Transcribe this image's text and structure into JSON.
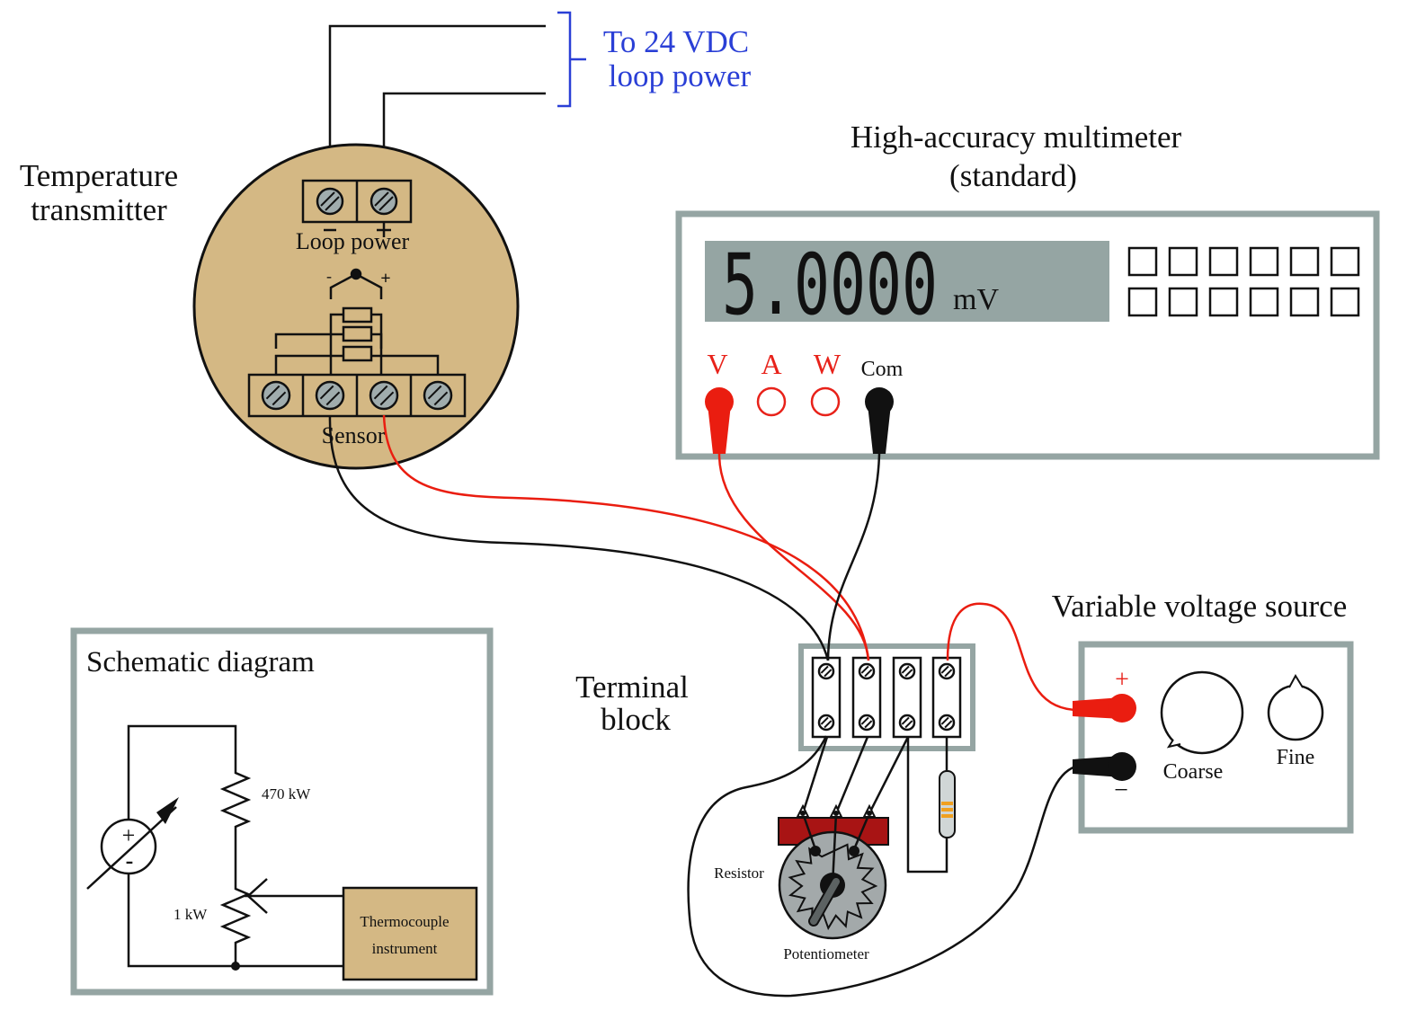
{
  "colors": {
    "transmitter_body": "#d4b884",
    "panel_border": "#95a5a3",
    "lcd_background": "#95a5a3",
    "screw": "#a0acad",
    "red_lead": "#ea1d10",
    "black_lead": "#111111",
    "blue_label": "#2a3fd6",
    "pot_bracket": "#a81414",
    "pot_body": "#a3a9aa",
    "instrument_box": "#d4b884",
    "resistor_band": "#f0a020"
  },
  "loop_power": {
    "label_line1": "To 24 VDC",
    "label_line2": "loop power"
  },
  "transmitter": {
    "title_line1": "Temperature",
    "title_line2": "transmitter",
    "loop_power_label": "Loop power",
    "loop_minus": "−",
    "loop_plus": "+",
    "sensor_label": "Sensor",
    "tc_minus": "-",
    "tc_plus": "+"
  },
  "multimeter": {
    "title_line1": "High-accuracy multimeter",
    "title_line2": "(standard)",
    "reading": "5.0000",
    "unit": "mV",
    "jacks": [
      {
        "label": "V",
        "color": "red",
        "lead": "red"
      },
      {
        "label": "A",
        "color": "red",
        "lead": null
      },
      {
        "label": "W",
        "color": "red",
        "lead": null
      },
      {
        "label": "Com",
        "color": "black",
        "lead": "black"
      }
    ],
    "button_rows": 2,
    "button_cols": 6
  },
  "schematic": {
    "title": "Schematic diagram",
    "resistor_label": "470 kW",
    "pot_label": "1 kW",
    "source_plus": "+",
    "source_minus": "-",
    "instrument_line1": "Thermocouple",
    "instrument_line2": "instrument"
  },
  "terminal_block": {
    "title_line1": "Terminal",
    "title_line2": "block",
    "terminals": 4
  },
  "components": {
    "resistor_label": "Resistor",
    "potentiometer_label": "Potentiometer"
  },
  "voltage_source": {
    "title": "Variable voltage source",
    "plus": "+",
    "minus": "−",
    "coarse_label": "Coarse",
    "fine_label": "Fine"
  }
}
